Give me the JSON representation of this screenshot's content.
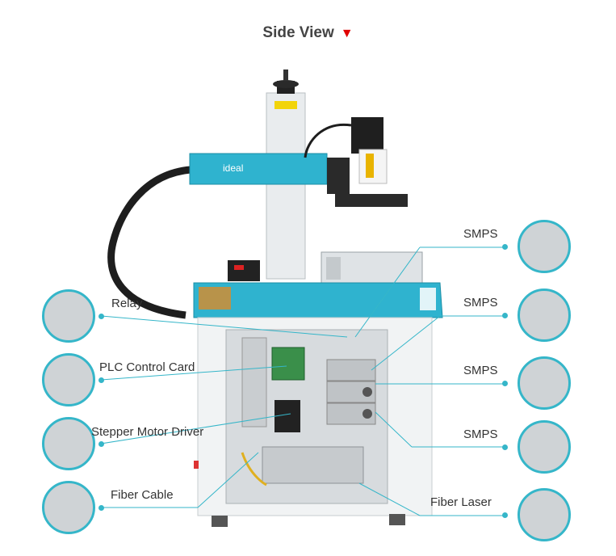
{
  "title": {
    "text": "Side View",
    "arrow": "▼"
  },
  "brand": {
    "logo": "ideal"
  },
  "callouts_left": [
    {
      "label": "Relay"
    },
    {
      "label": "PLC Control Card"
    },
    {
      "label": "Stepper Motor Driver"
    },
    {
      "label": "Fiber Cable"
    }
  ],
  "callouts_right": [
    {
      "label": "SMPS"
    },
    {
      "label": "SMPS"
    },
    {
      "label": "SMPS"
    },
    {
      "label": "SMPS"
    },
    {
      "label": "Fiber Laser"
    }
  ],
  "colors": {
    "accent": "#35b6c9",
    "machine_blue": "#2fb3cf",
    "arrow": "#e00000"
  }
}
